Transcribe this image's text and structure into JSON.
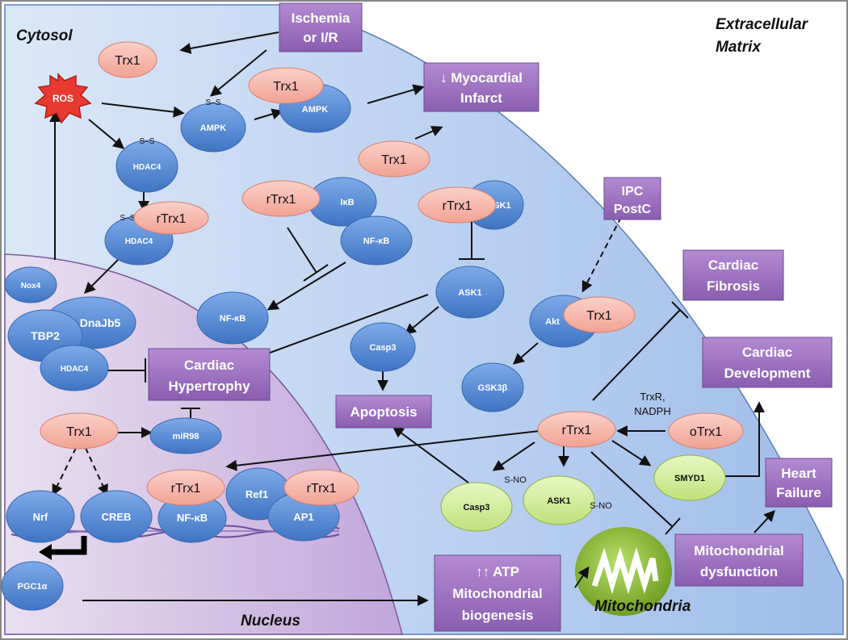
{
  "regions": {
    "cytosol": "Cytosol",
    "extracellular_line1": "Extracellular",
    "extracellular_line2": "Matrix",
    "nucleus": "Nucleus",
    "mitochondria": "Mitochondria"
  },
  "boxes": {
    "ischemia_line1": "Ischemia",
    "ischemia_line2": "or I/R",
    "infarct_line1": "↓ Myocardial",
    "infarct_line2": "Infarct",
    "ipc_line1": "IPC",
    "ipc_line2": "PostC",
    "fibrosis_line1": "Cardiac",
    "fibrosis_line2": "Fibrosis",
    "development_line1": "Cardiac",
    "development_line2": "Development",
    "heart_failure_line1": "Heart",
    "heart_failure_line2": "Failure",
    "hypertrophy_line1": "Cardiac",
    "hypertrophy_line2": "Hypertrophy",
    "apoptosis": "Apoptosis",
    "mito_dysfunction_line1": "Mitochondrial",
    "mito_dysfunction_line2": "dysfunction",
    "atp_line1": "↑↑ ATP",
    "atp_line2": "Mitochondrial",
    "atp_line3": "biogenesis"
  },
  "nodes": {
    "ros": "ROS",
    "ampk_ss_label": "S–S",
    "ampk_oxidized": "AMPK",
    "ampk": "AMPK",
    "hdac4_ss_label": "S–S",
    "hdac4_oxidized": "HDAC4",
    "hdac4_bound_ss_label": "S–S",
    "hdac4_bound": "HDAC4",
    "nox4": "Nox4",
    "tbp2": "TBP2",
    "dnajb5": "DnaJb5",
    "hdac4_nucleus": "HDAC4",
    "ikb": "IκB",
    "nfkb_cyto": "NF-κB",
    "nfkb_free": "NF-κB",
    "ask1_bound": "ASK1",
    "ask1_free": "ASK1",
    "casp3": "Casp3",
    "akt": "Akt",
    "gsk3b": "GSK3β",
    "mir98": "miR98",
    "nrf": "Nrf",
    "creb": "CREB",
    "nfkb_nucleus": "NF-κB",
    "ref1": "Ref1",
    "ap1": "AP1",
    "pgc1a": "PGC1α",
    "casp3_sno": "Casp3",
    "ask1_sno": "ASK1",
    "smyd1": "SMYD1",
    "sno_label_casp3": "S-NO",
    "sno_label_ask1": "S-NO"
  },
  "trx": {
    "trx1_top": "Trx1",
    "trx1_ampk": "Trx1",
    "trx1_infarct": "Trx1",
    "rtrx1_hdac4": "rTrx1",
    "rtrx1_ikb": "rTrx1",
    "rtrx1_ask1": "rTrx1",
    "trx1_akt": "Trx1",
    "trx1_nucleus": "Trx1",
    "rtrx1_nfkb_nucleus": "rTrx1",
    "rtrx1_ap1": "rTrx1",
    "rtrx1_center": "rTrx1",
    "otrx1": "oTrx1"
  },
  "labels": {
    "trxr_line1": "TrxR,",
    "trxr_line2": "NADPH"
  },
  "colors": {
    "blue_node": "#5b8fd6",
    "trx_fill": "#f6b3a8",
    "box_purple": "#9b6dbd",
    "green_node": "#d3ef9d",
    "ros_red": "#e83a30",
    "cytosol_bg": "#cfe0f6",
    "nucleus_bg": "#d8c6e6"
  }
}
